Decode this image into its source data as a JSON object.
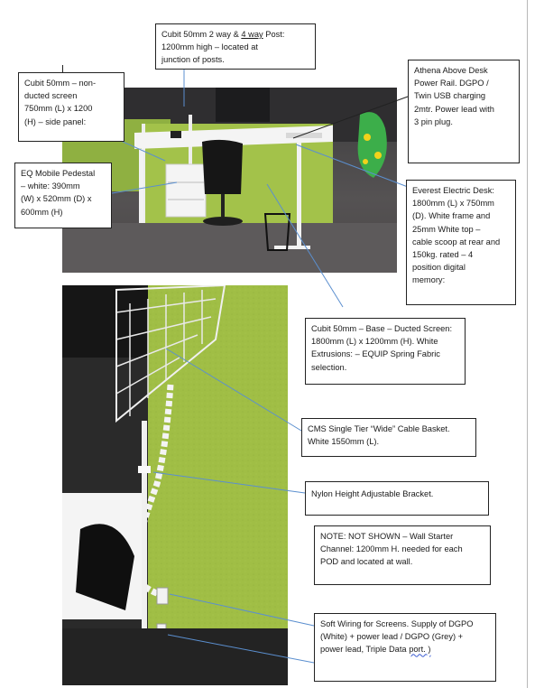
{
  "callouts": {
    "post": {
      "line1_a": "Cubit 50mm 2 way & ",
      "line1_b": "4 way",
      "line1_c": " Post:",
      "line2": "1200mm high – located at",
      "line3": "junction of posts."
    },
    "side_panel": {
      "line1": "Cubit 50mm – non-",
      "line2": "ducted screen",
      "line3": "750mm (L) x 1200",
      "line4": "(H) – side panel:"
    },
    "power_rail": {
      "line1": "Athena Above Desk",
      "line2": "Power Rail.  DGPO /",
      "line3": "Twin USB charging",
      "line4": "2mtr. Power lead with",
      "line5": "3 pin plug."
    },
    "pedestal": {
      "line1": "EQ Mobile Pedestal",
      "line2": "– white:  390mm",
      "line3": "(W) x 520mm (D) x",
      "line4": "600mm (H)"
    },
    "desk": {
      "line1": "Everest Electric Desk:",
      "line2": "1800mm (L) x 750mm",
      "line3": "(D). White frame and",
      "line4": "25mm White top –",
      "line5": "cable scoop at rear and",
      "line6": "150kg. rated – 4",
      "line7": "position digital",
      "line8": "memory:"
    },
    "base_screen": {
      "line1": "Cubit 50mm – Base – Ducted Screen:",
      "line2": "1800mm (L) x 1200mm (H). White",
      "line3": "Extrusions:  – EQUIP Spring Fabric",
      "line4": "selection."
    },
    "cable_basket": {
      "line1": "CMS Single Tier “Wide” Cable Basket.",
      "line2": "White 1550mm (L)."
    },
    "bracket": {
      "line1": "Nylon Height Adjustable Bracket."
    },
    "note": {
      "line1": "NOTE:  NOT SHOWN – Wall Starter",
      "line2": "Channel:  1200mm H. needed for each",
      "line3": "POD and located at wall."
    },
    "soft_wiring": {
      "line1": "Soft Wiring for Screens.  Supply of DGPO",
      "line2": "(White) + power lead / DGPO (Grey) +",
      "line3a": "power lead, Triple Data ",
      "line3b": "port. )"
    }
  },
  "colors": {
    "screen_green": "#a3c24a",
    "leader_line": "#5b8fcf",
    "frame_white": "#f2f2f2"
  }
}
